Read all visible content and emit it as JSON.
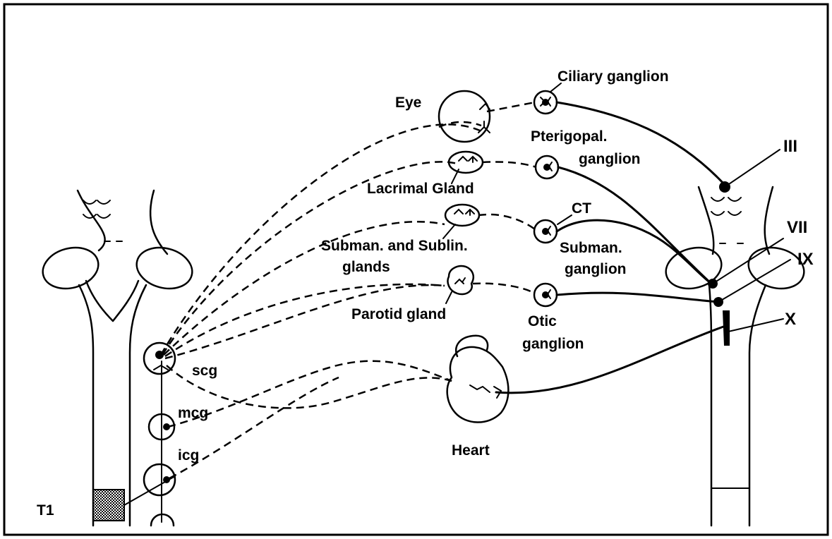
{
  "labels": {
    "ciliary_ganglion": "Ciliary ganglion",
    "eye": "Eye",
    "nerve_iii": "III",
    "pterigopal_1": "Pterigopal.",
    "pterigopal_2": "ganglion",
    "lacrimal_gland": "Lacrimal Gland",
    "ct": "CT",
    "nerve_vii": "VII",
    "nerve_ix": "IX",
    "submandibular_sublingual_1": "Subman. and Sublin.",
    "submandibular_sublingual_2": "glands",
    "submandibular_ganglion_1": "Subman.",
    "submandibular_ganglion_2": "ganglion",
    "parotid_gland": "Parotid gland",
    "otic_1": "Otic",
    "otic_2": "ganglion",
    "nerve_x": "X",
    "scg": "scg",
    "mcg": "mcg",
    "icg": "icg",
    "heart": "Heart",
    "t1": "T1"
  }
}
